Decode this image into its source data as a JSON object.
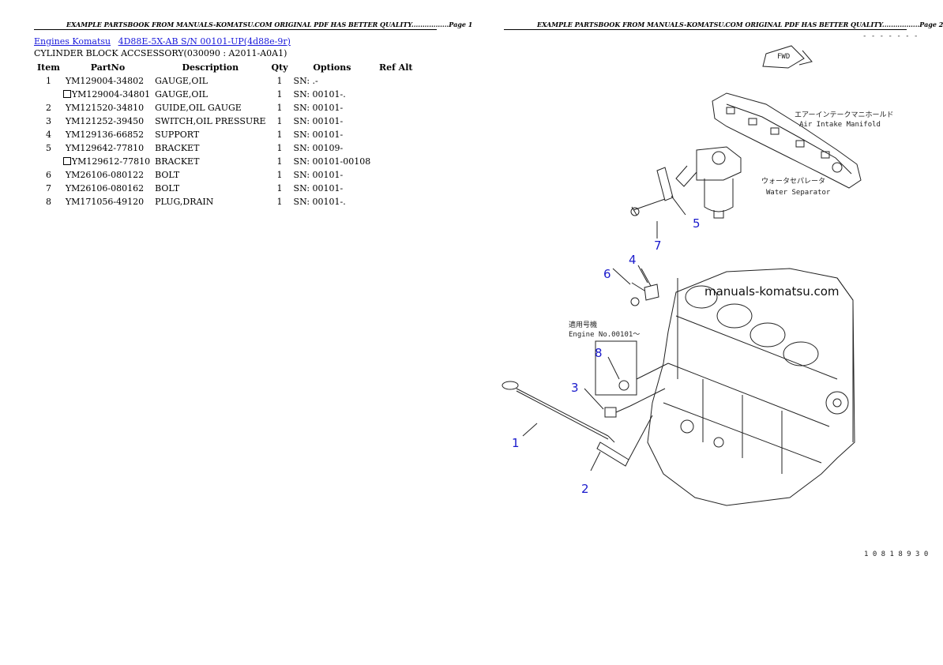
{
  "page1_header": "EXAMPLE PARTSBOOK FROM MANUALS-KOMATSU.COM ORIGINAL PDF HAS BETTER QUALITY.................Page 1",
  "page2_header": "EXAMPLE PARTSBOOK FROM MANUALS-KOMATSU.COM ORIGINAL PDF HAS BETTER QUALITY.................Page 2",
  "breadcrumb": {
    "link1": "Engines Komatsu",
    "link2": "4D88E-5X-AB S/N 00101-UP(4d88e-9r)"
  },
  "subtitle": "CYLINDER BLOCK ACCSESSORY(030090 : A2011-A0A1)",
  "table": {
    "headers": {
      "item": "Item",
      "partno": "PartNo",
      "description": "Description",
      "qty": "Qty",
      "options": "Options",
      "refalt": "Ref Alt"
    },
    "rows": [
      {
        "item": "1",
        "partno": "YM129004-34802",
        "alt": false,
        "description": "GAUGE,OIL",
        "qty": "1",
        "options": "SN: .-"
      },
      {
        "item": "",
        "partno": "YM129004-34801",
        "alt": true,
        "description": "GAUGE,OIL",
        "qty": "1",
        "options": "SN: 00101-."
      },
      {
        "item": "2",
        "partno": "YM121520-34810",
        "alt": false,
        "description": "GUIDE,OIL GAUGE",
        "qty": "1",
        "options": "SN: 00101-"
      },
      {
        "item": "3",
        "partno": "YM121252-39450",
        "alt": false,
        "description": "SWITCH,OIL PRESSURE",
        "qty": "1",
        "options": "SN: 00101-"
      },
      {
        "item": "4",
        "partno": "YM129136-66852",
        "alt": false,
        "description": "SUPPORT",
        "qty": "1",
        "options": "SN: 00101-"
      },
      {
        "item": "5",
        "partno": "YM129642-77810",
        "alt": false,
        "description": "BRACKET",
        "qty": "1",
        "options": "SN: 00109-"
      },
      {
        "item": "",
        "partno": "YM129612-77810",
        "alt": true,
        "description": "BRACKET",
        "qty": "1",
        "options": "SN: 00101-00108"
      },
      {
        "item": "6",
        "partno": "YM26106-080122",
        "alt": false,
        "description": "BOLT",
        "qty": "1",
        "options": "SN: 00101-"
      },
      {
        "item": "7",
        "partno": "YM26106-080162",
        "alt": false,
        "description": "BOLT",
        "qty": "1",
        "options": "SN: 00101-"
      },
      {
        "item": "8",
        "partno": "YM171056-49120",
        "alt": false,
        "description": "PLUG,DRAIN",
        "qty": "1",
        "options": "SN: 00101-."
      }
    ]
  },
  "diagram": {
    "watermark": "manuals-komatsu.com",
    "fwd_label": "FWD",
    "manifold_label_jp": "エアーインテークマニホールド",
    "manifold_label_en": "Air Intake Manifold",
    "separator_label_jp": "ウォータセパレータ",
    "separator_label_en": "Water Separator",
    "applicable_jp": "適用号機",
    "applicable_en": "Engine No.00101～",
    "callouts": [
      "1",
      "2",
      "3",
      "4",
      "5",
      "6",
      "7",
      "8"
    ],
    "top_marks": "- - - - - - -",
    "figure_code": "1 0 8 1 8 9 3 0"
  },
  "colors": {
    "link": "#1a1adb",
    "callout": "#1a1acc"
  }
}
